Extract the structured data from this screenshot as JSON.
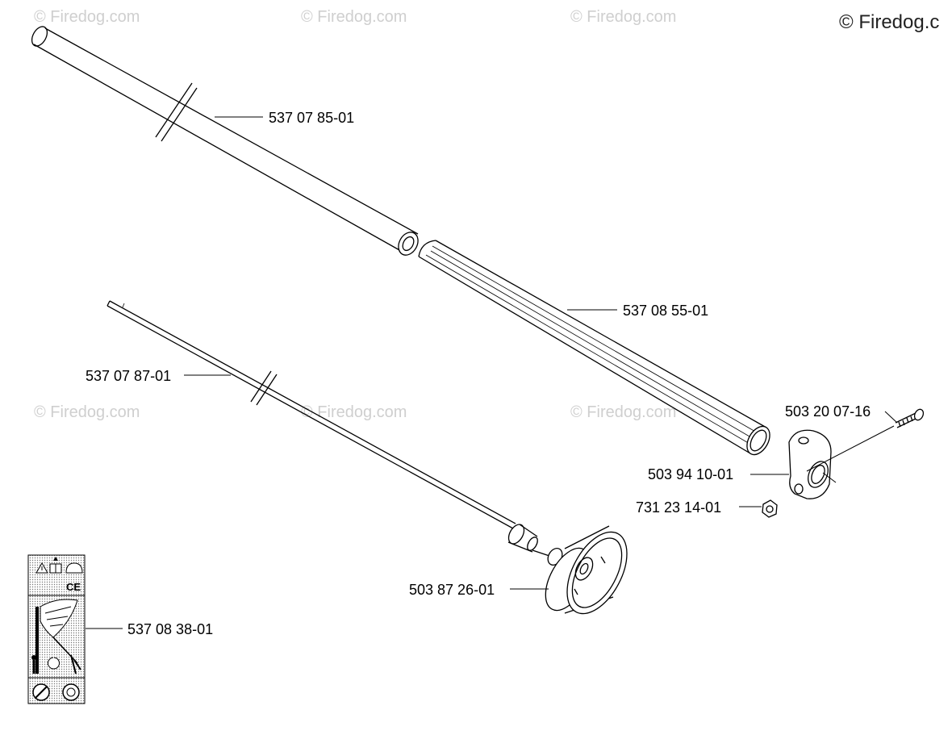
{
  "watermarks": {
    "text": "© Firedog.com",
    "corner": "© Firedog.c"
  },
  "parts": {
    "tube": "537 07 85-01",
    "grip_tube": "537 08 55-01",
    "drive_shaft": "537 07 87-01",
    "screw": "503 20 07-16",
    "bracket": "503 94 10-01",
    "nut": "731 23 14-01",
    "clutch_drum": "503 87 26-01",
    "decal": "537 08 38-01"
  },
  "decal": {
    "ce_mark": "CE"
  }
}
